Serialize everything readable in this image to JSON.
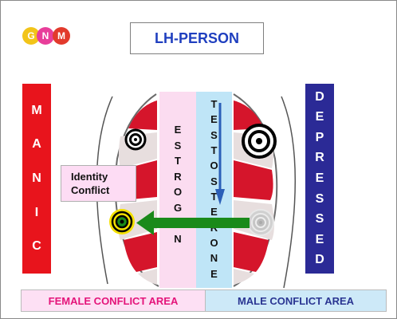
{
  "logo": {
    "letters": [
      "G",
      "N",
      "M"
    ]
  },
  "title": "LH-PERSON",
  "left_bar": {
    "letters": [
      "M",
      "A",
      "N",
      "I",
      "C"
    ],
    "color": "#e8141c"
  },
  "right_bar": {
    "letters": [
      "D",
      "E",
      "P",
      "R",
      "E",
      "S",
      "S",
      "E",
      "D"
    ],
    "color": "#2b2a96"
  },
  "estrogen_band": {
    "letters": [
      "E",
      "S",
      "T",
      "R",
      "O",
      "G",
      "E",
      "N"
    ],
    "color": "#fbdcf0"
  },
  "testosterone_band": {
    "letters": [
      "T",
      "E",
      "S",
      "T",
      "O",
      "S",
      "T",
      "E",
      "R",
      "O",
      "N",
      "E"
    ],
    "color": "#bfe5f7"
  },
  "identity_box": {
    "line1": "Identity",
    "line2": "Conflict"
  },
  "bottom": {
    "female": "FEMALE CONFLICT AREA",
    "male": "MALE CONFLICT AREA"
  },
  "colors": {
    "relay_red": "#d5152b",
    "arrow_green": "#1a8a1a",
    "target_yellow": "#f4e000",
    "arrow_blue": "#2b5fb8"
  }
}
